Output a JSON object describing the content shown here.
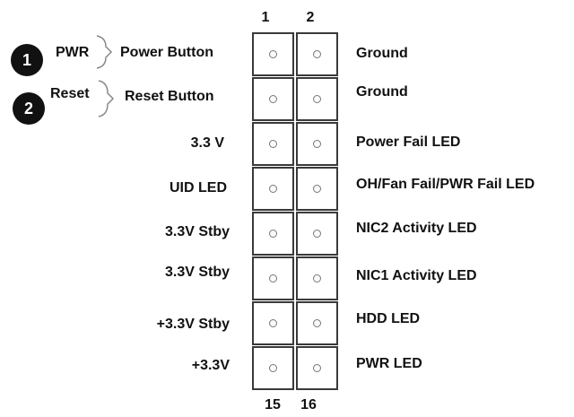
{
  "columns": {
    "top_left": "1",
    "top_right": "2",
    "bottom_left": "15",
    "bottom_right": "16"
  },
  "callouts": [
    {
      "badge": "1",
      "short": "PWR",
      "label": "Power Button"
    },
    {
      "badge": "2",
      "short": "Reset",
      "label": "Reset Button"
    }
  ],
  "left_labels": [
    "3.3 V",
    "UID LED",
    "3.3V Stby",
    "3.3V Stby",
    "+3.3V Stby",
    "+3.3V"
  ],
  "right_labels": [
    "Ground",
    "Ground",
    "Power Fail LED",
    "OH/Fan Fail/PWR Fail LED",
    "NIC2 Activity LED",
    "NIC1 Activity LED",
    "HDD LED",
    "PWR LED"
  ],
  "pin_rows": 8,
  "colors": {
    "line": "#3a3a3a",
    "text": "#111111",
    "pin": "#777777"
  }
}
